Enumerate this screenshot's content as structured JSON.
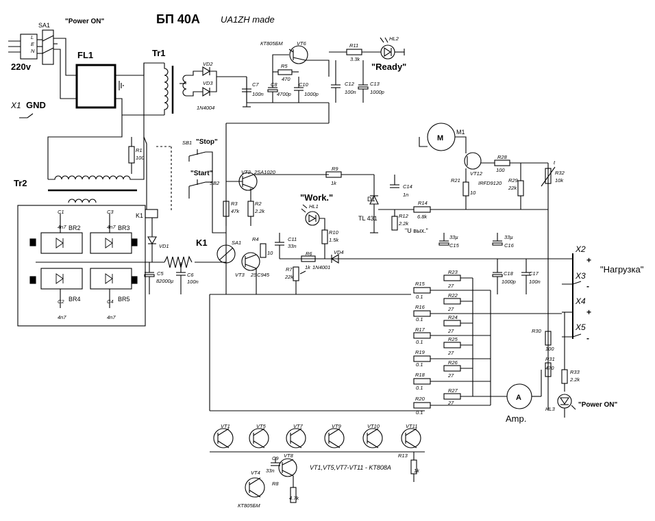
{
  "header": {
    "title": "БП 40А",
    "subtitle": "UA1ZH made"
  },
  "mains": {
    "switch_ref": "SA1",
    "power_label": "\"Power ON\"",
    "voltage": "220v",
    "plug_pins": [
      "L",
      "E",
      "N"
    ],
    "filter_ref": "FL1",
    "gnd_terminal": "X1",
    "gnd_label": "GND"
  },
  "transformers": {
    "tr1": "Tr1",
    "tr2": "Tr2"
  },
  "aux_supply": {
    "vd2": "VD2",
    "vd3": "VD3",
    "diode_type": "1N4004",
    "vt6": "VT6",
    "vt6_type": "КТ805БМ",
    "r5": "R5",
    "r5_value": "470",
    "c7": "C7",
    "c7_value": "100n",
    "c8": "C8",
    "c8_value": "4700p",
    "c10": "C10",
    "c10_value": "1000p",
    "c12": "C12",
    "c12_value": "100n",
    "c13": "C13",
    "c13_value": "1000p",
    "r11": "R11",
    "r11_value": "3.3k",
    "hl2": "HL2",
    "ready_label": "\"Ready\""
  },
  "control": {
    "sb1": "SB1",
    "stop_label": "\"Stop\"",
    "sb2": "SB2",
    "start_label": "\"Start\"",
    "r1": "R1",
    "r1_value": "100",
    "k1_coil": "K1",
    "k1_contact": "K1",
    "vd1": "VD1",
    "vt2": "VT2",
    "vt2_type": "2SA1020",
    "r9": "R9",
    "r9_value": "1k",
    "r3": "R3",
    "r3_value": "47k",
    "r2": "R2",
    "r2_value": "2.2k",
    "r4": "R4",
    "r4_value": "10",
    "sa1_sensor": "SA1",
    "vt3": "VT3",
    "vt3_type": "2SC945",
    "c11": "C11",
    "c11_value": "33n",
    "hl1": "HL1",
    "work_label": "\"Work.\"",
    "r10": "R10",
    "r10_value": "1.5k",
    "r7": "R7",
    "r7_value": "22k",
    "r6": "R6",
    "r6_value": "1k",
    "vd4": "VD4",
    "vd4_type": "1N4001"
  },
  "regulator": {
    "d1": "D1",
    "d1_type": "TL 431",
    "c14": "C14",
    "c14_value": "1n",
    "r12": "R12",
    "r12_value": "2.2k",
    "u_label": "\"U вых.\"",
    "r14": "R14",
    "r14_value": "6.8k"
  },
  "fan": {
    "motor_ref": "M1",
    "motor_glyph": "M",
    "vt12": "VT12",
    "vt12_type": "IRFD9120",
    "r28": "R28",
    "r28_value": "100",
    "r21": "R21",
    "r21_value": "10",
    "r29": "R29",
    "r29_value": "22k",
    "r32": "R32",
    "r32_value": "10k",
    "temp_mark": "t"
  },
  "rectifier": {
    "c1": "C1",
    "c1_value": "4n7",
    "c2": "C2",
    "c2_value": "4n7",
    "c3": "C3",
    "c3_value": "4n7",
    "c4": "C4",
    "c4_value": "4n7",
    "br2": "BR2",
    "br3": "BR3",
    "br4": "BR4",
    "br5": "BR5",
    "c5": "C5",
    "c5_value": "82000µ",
    "c6": "C6",
    "c6_value": "100n"
  },
  "output": {
    "c15": "C15",
    "c15_value": "33µ",
    "c16": "C16",
    "c16_value": "33µ",
    "c17": "C17",
    "c17_value": "100n",
    "c18": "C18",
    "c18_value": "1000p",
    "x2": "X2",
    "x3": "X3",
    "x4": "X4",
    "x5": "X5",
    "plus": "+",
    "minus": "-",
    "load_label": "\"Нагрузка\"",
    "r30": "R30",
    "r30_value": "100",
    "r31": "R31",
    "r31_value": "470",
    "r33": "R33",
    "r33_value": "2.2k",
    "hl3": "HL3",
    "power_on_label": "\"Power ON\"",
    "ammeter_glyph": "A",
    "ammeter_label": "Amp."
  },
  "ballast": {
    "shunts": [
      {
        "ref": "R15",
        "value": "0.1"
      },
      {
        "ref": "R16",
        "value": "0.1"
      },
      {
        "ref": "R17",
        "value": "0.1"
      },
      {
        "ref": "R19",
        "value": "0.1"
      },
      {
        "ref": "R18",
        "value": "0.1"
      },
      {
        "ref": "R20",
        "value": "0.1"
      }
    ],
    "meter_resistors": [
      {
        "ref": "R23",
        "value": "27"
      },
      {
        "ref": "R22",
        "value": "27"
      },
      {
        "ref": "R24",
        "value": "27"
      },
      {
        "ref": "R25",
        "value": "27"
      },
      {
        "ref": "R26",
        "value": "27"
      },
      {
        "ref": "R27",
        "value": "27"
      }
    ]
  },
  "power_stage": {
    "transistors": [
      "VT1",
      "VT5",
      "VT7",
      "VT9",
      "VT10",
      "VT11"
    ],
    "vt8": "VT8",
    "vt4": "VT4",
    "vt4_type": "КТ805БМ",
    "c9": "C9",
    "c9_value": "33n",
    "r8": "R8",
    "r8_value": "4.7k",
    "r13": "R13",
    "r13_value": "1k",
    "note": "VT1,VT5,VT7-VT11 - KT808A"
  }
}
